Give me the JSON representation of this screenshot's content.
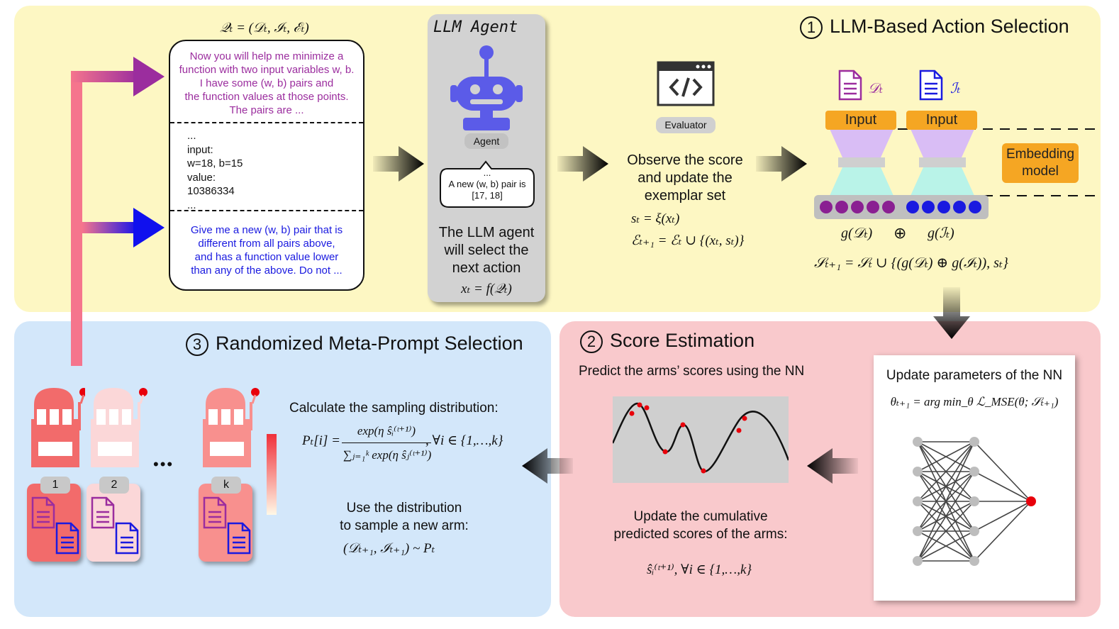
{
  "section1": {
    "number": "1",
    "title": "LLM-Based Action Selection",
    "query_formula": "𝒬ₜ = (𝒟ₜ, ℐₜ, ℰₜ)",
    "prompt_description": "Now you will help me minimize a function with two input variables w, b. I have some (w, b) pairs and the function values at those points. The pairs are ...",
    "prompt_description_lines": [
      "Now you will help me minimize a",
      "function with two input variables w, b.",
      "I have some (w, b) pairs and",
      "the function values at those points.",
      "The pairs are ..."
    ],
    "prompt_exemplar_lines": [
      "...",
      "input:",
      "w=18, b=15",
      "value:",
      "10386334",
      "..."
    ],
    "prompt_instruction_lines": [
      "Give me a new (w, b) pair that is",
      "different from all pairs above,",
      "and has a function value lower",
      "than any of the above. Do not ..."
    ],
    "agent_title": "LLM Agent",
    "agent_label": "Agent",
    "agent_bubble_lines": [
      "...",
      "A new (w, b) pair is",
      "[17, 18]"
    ],
    "agent_desc_lines": [
      "The LLM agent",
      "will select the",
      "next action"
    ],
    "agent_formula": "xₜ = f(𝒬ₜ)",
    "evaluator_label": "Evaluator",
    "observe_lines": [
      "Observe the score",
      "and update the",
      "exemplar set"
    ],
    "score_formula": "sₜ = ξ(xₜ)",
    "exemplar_formula": "ℰₜ₊₁ = ℰₜ ∪ {(xₜ, sₜ)}",
    "doc_label_d": "𝒟ₜ",
    "doc_label_i": "ℐₜ",
    "input_label_1": "Input",
    "input_label_2": "Input",
    "embedding_lines": [
      "Embedding",
      "model"
    ],
    "g_d": "g(𝒟ₜ)",
    "oplus": "⊕",
    "g_i": "g(ℐₜ)",
    "s_update_formula": "𝒮ₜ₊₁ = 𝒮ₜ ∪ {(g(𝒟ₜ) ⊕ g(ℐₜ)), sₜ}"
  },
  "section2": {
    "number": "2",
    "title": "Score Estimation",
    "predict_text": "Predict the arms’ scores using the NN",
    "update_lines": [
      "Update the cumulative",
      "predicted scores of the arms:"
    ],
    "update_formula": "ŝᵢ⁽ᵗ⁺¹⁾, ∀i ∈ {1,…,k}",
    "nn_title": "Update parameters of the NN",
    "nn_formula": "θₜ₊₁ = arg min_θ ℒ_MSE(θ; 𝒮ₜ₊₁)"
  },
  "section3": {
    "number": "3",
    "title": "Randomized Meta-Prompt Selection",
    "calc_text": "Calculate the sampling distribution:",
    "dist_lhs": "Pₜ[i] =",
    "dist_numerator": "exp(η ŝᵢ⁽ᵗ⁺¹⁾)",
    "dist_denominator": "∑ⱼ₌₁ᵏ exp(η ŝⱼ⁽ᵗ⁺¹⁾)",
    "dist_rhs": ", ∀i ∈ {1,…,k}",
    "use_lines": [
      "Use the distribution",
      "to sample a new arm:"
    ],
    "sample_formula": "(𝒟ₜ₊₁, ℐₜ₊₁) ~ Pₜ",
    "arm_labels": [
      "1",
      "2",
      "k"
    ],
    "ellipsis": "•••"
  },
  "colors": {
    "yellow_panel": "#fdf7c3",
    "pink_panel": "#f9c9cc",
    "blue_panel": "#d3e7fa",
    "purple_text": "#9b2d9e",
    "blue_text": "#1a1ae0",
    "robot": "#5b5be8",
    "orange": "#f5a623",
    "red_dot": "#e8000b"
  }
}
